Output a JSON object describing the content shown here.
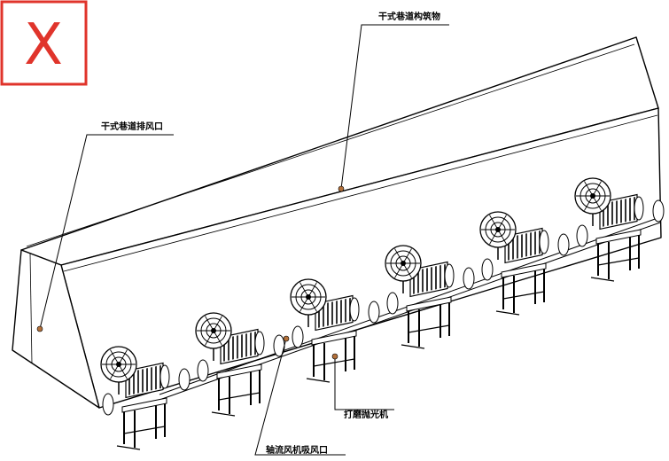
{
  "badge": {
    "mark": "X",
    "color": "#e0342b"
  },
  "labels": {
    "structure": "干式巷道构筑物",
    "exhaust": "干式巷道排风口",
    "polisher": "打磨抛光机",
    "fan_inlet": "轴流风机吸风口"
  },
  "diagram": {
    "machine_count": 6,
    "line_color": "#000000",
    "fill_color": "#ffffff"
  }
}
